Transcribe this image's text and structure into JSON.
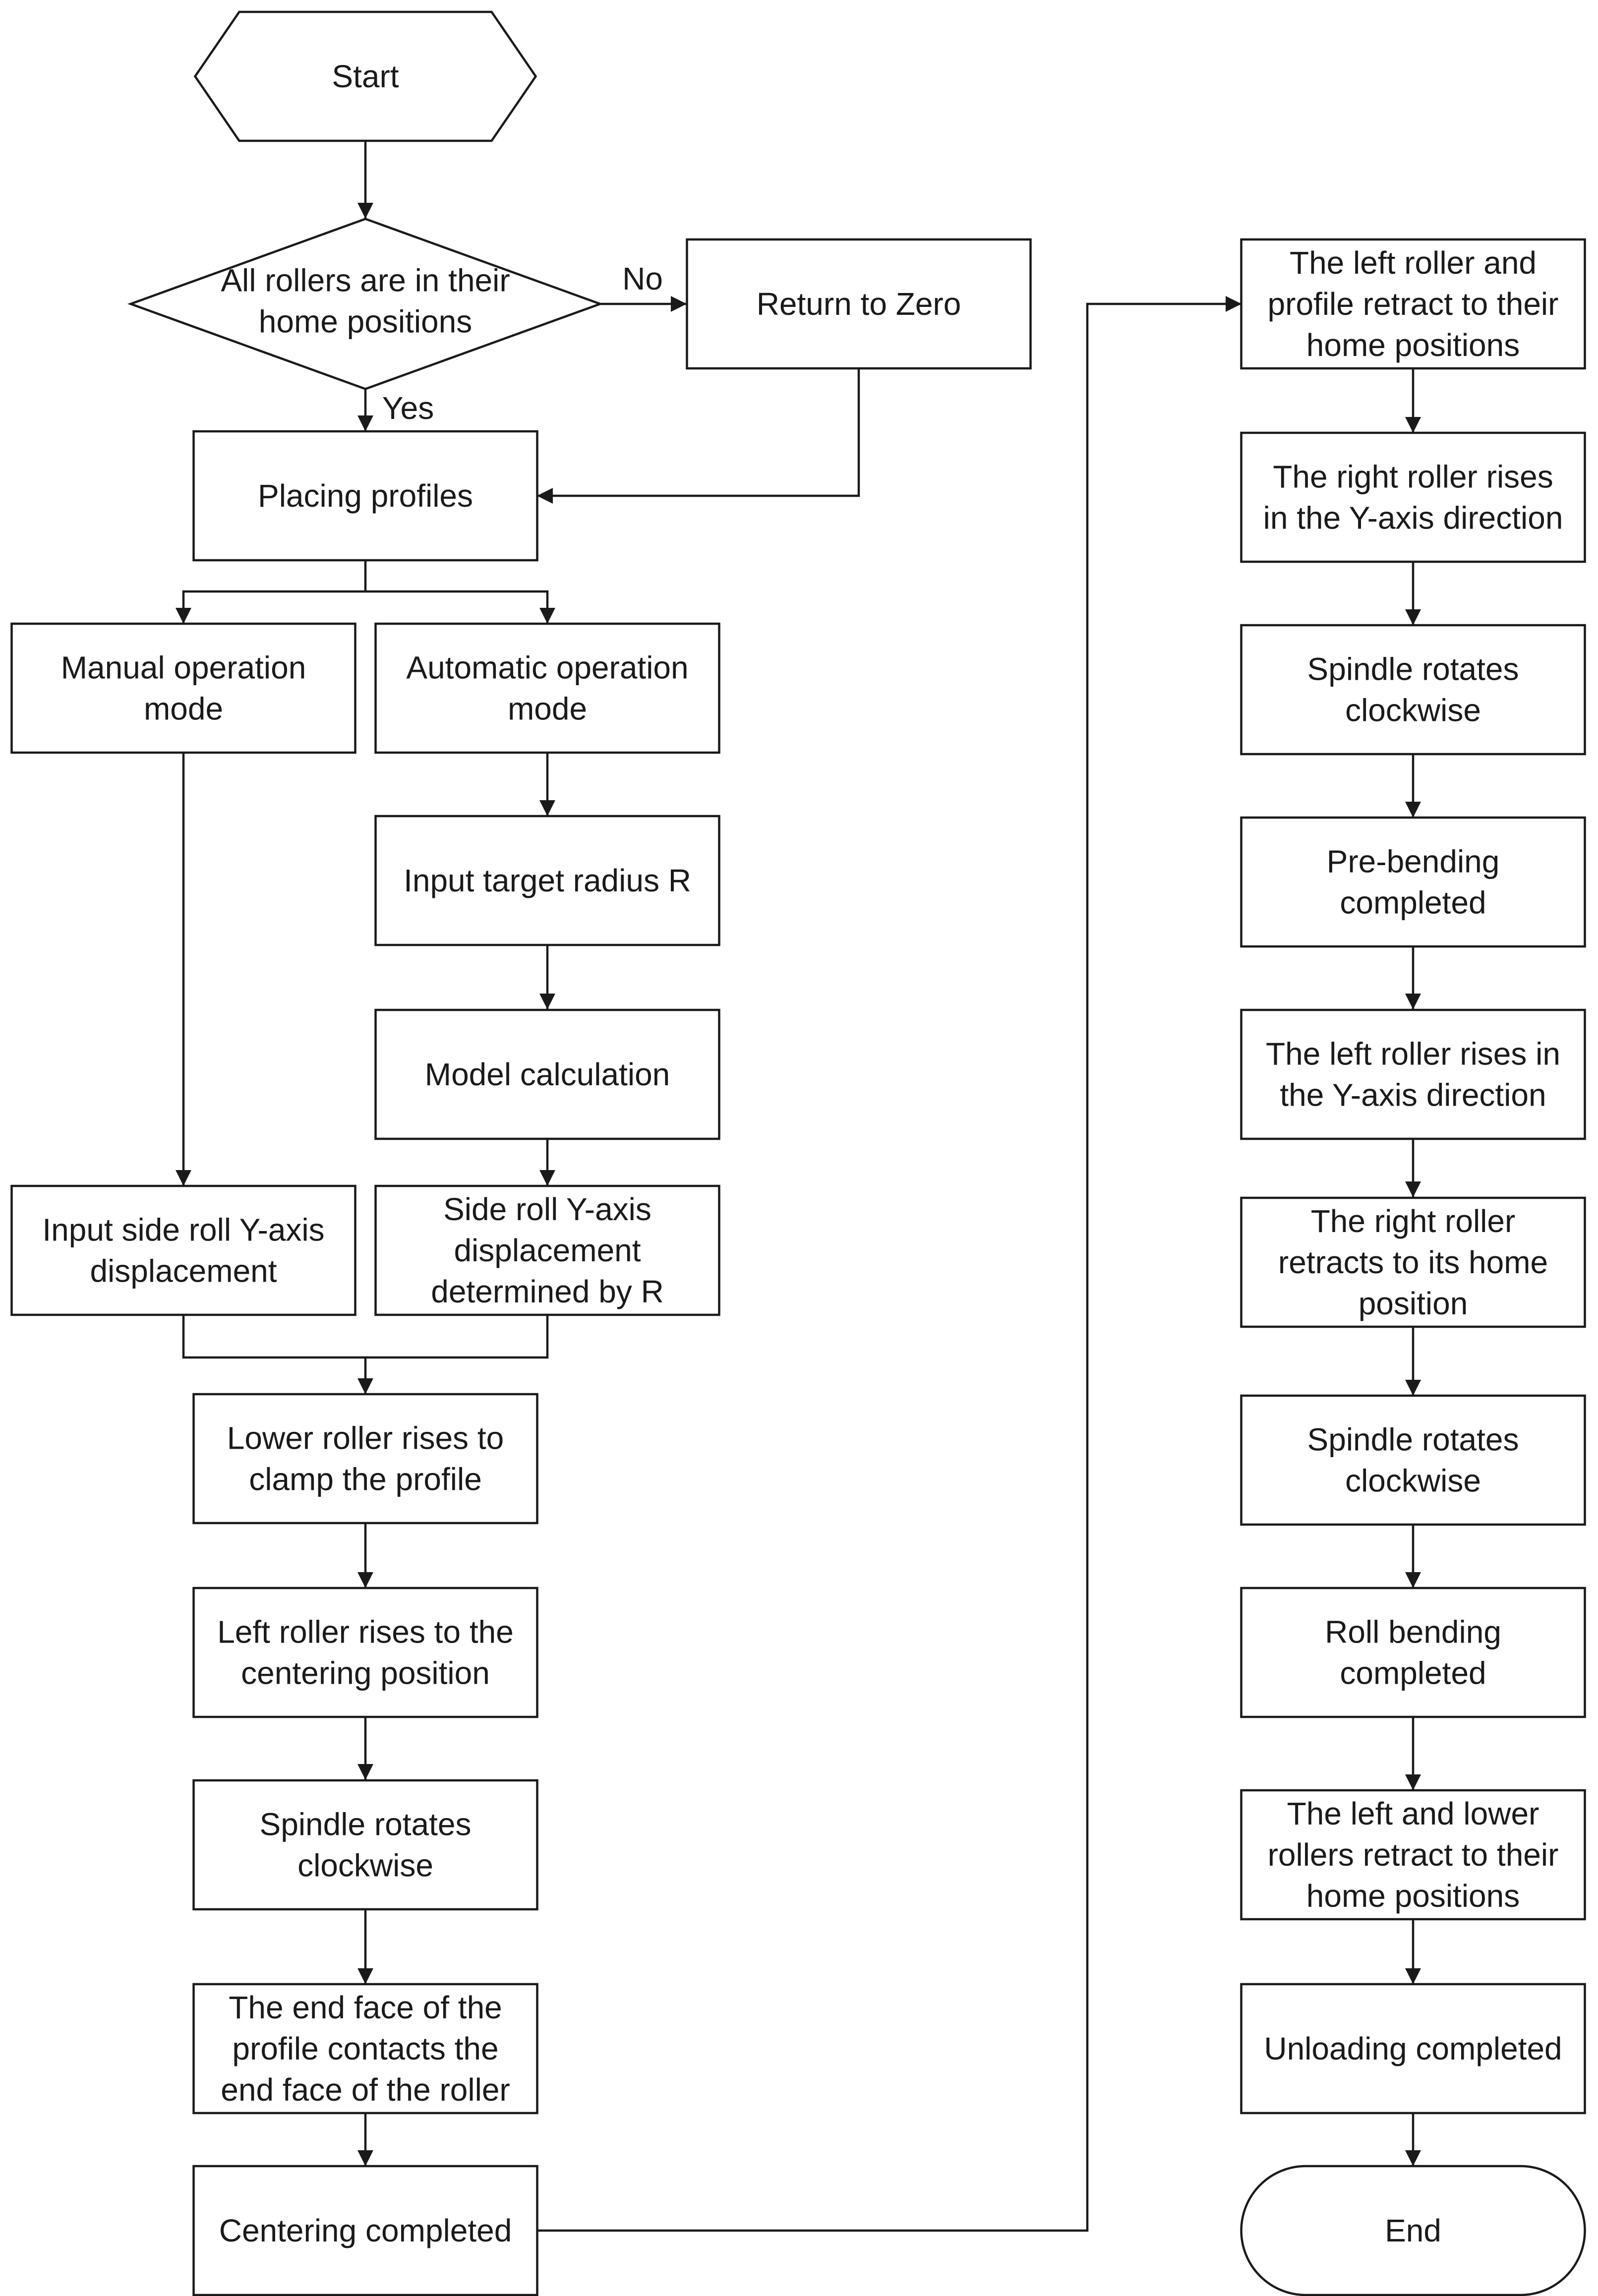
{
  "nodes": [
    {
      "id": "start",
      "shape": "hexagon",
      "lines": [
        "Start"
      ]
    },
    {
      "id": "check-home",
      "shape": "diamond",
      "lines": [
        "All rollers are in their",
        "home positions"
      ]
    },
    {
      "id": "return-zero",
      "shape": "rect",
      "lines": [
        "Return to Zero"
      ]
    },
    {
      "id": "placing-profiles",
      "shape": "rect",
      "lines": [
        "Placing profiles"
      ]
    },
    {
      "id": "manual-mode",
      "shape": "rect",
      "lines": [
        "Manual operation",
        "mode"
      ]
    },
    {
      "id": "auto-mode",
      "shape": "rect",
      "lines": [
        "Automatic operation",
        "mode"
      ]
    },
    {
      "id": "input-radius",
      "shape": "rect",
      "lines": [
        "Input target radius R"
      ]
    },
    {
      "id": "model-calc",
      "shape": "rect",
      "lines": [
        "Model calculation"
      ]
    },
    {
      "id": "input-side-roll",
      "shape": "rect",
      "lines": [
        "Input side roll Y-axis",
        "displacement"
      ]
    },
    {
      "id": "side-roll-by-r",
      "shape": "rect",
      "lines": [
        "Side roll Y-axis",
        "displacement",
        "determined by R"
      ]
    },
    {
      "id": "lower-roller-clamp",
      "shape": "rect",
      "lines": [
        "Lower roller rises to",
        "clamp the profile"
      ]
    },
    {
      "id": "left-roller-centering",
      "shape": "rect",
      "lines": [
        "Left roller rises to the",
        "centering position"
      ]
    },
    {
      "id": "spindle-cw-1",
      "shape": "rect",
      "lines": [
        "Spindle rotates",
        "clockwise"
      ]
    },
    {
      "id": "end-face-contact",
      "shape": "rect",
      "lines": [
        "The end face of the",
        "profile contacts the",
        "end face of the roller"
      ]
    },
    {
      "id": "centering-completed",
      "shape": "rect",
      "lines": [
        "Centering completed"
      ]
    },
    {
      "id": "left-profile-retract",
      "shape": "rect",
      "lines": [
        "The left roller and",
        "profile retract to their",
        "home positions"
      ]
    },
    {
      "id": "right-roller-rises",
      "shape": "rect",
      "lines": [
        "The right roller rises",
        "in the Y-axis direction"
      ]
    },
    {
      "id": "spindle-cw-2",
      "shape": "rect",
      "lines": [
        "Spindle rotates",
        "clockwise"
      ]
    },
    {
      "id": "pre-bending",
      "shape": "rect",
      "lines": [
        "Pre-bending",
        "completed"
      ]
    },
    {
      "id": "left-roller-rises",
      "shape": "rect",
      "lines": [
        "The left roller rises in",
        "the Y-axis direction"
      ]
    },
    {
      "id": "right-roller-retracts",
      "shape": "rect",
      "lines": [
        "The right roller",
        "retracts to its home",
        "position"
      ]
    },
    {
      "id": "spindle-cw-3",
      "shape": "rect",
      "lines": [
        "Spindle rotates",
        "clockwise"
      ]
    },
    {
      "id": "roll-bending",
      "shape": "rect",
      "lines": [
        "Roll bending",
        "completed"
      ]
    },
    {
      "id": "left-lower-retract",
      "shape": "rect",
      "lines": [
        "The left and lower",
        "rollers retract to their",
        "home positions"
      ]
    },
    {
      "id": "unloading-completed",
      "shape": "rect",
      "lines": [
        "Unloading completed"
      ]
    },
    {
      "id": "end",
      "shape": "terminal",
      "lines": [
        "End"
      ]
    }
  ],
  "edges": [
    {
      "from": "start",
      "to": "check-home",
      "label": ""
    },
    {
      "from": "check-home",
      "to": "return-zero",
      "label": "No"
    },
    {
      "from": "check-home",
      "to": "placing-profiles",
      "label": "Yes"
    },
    {
      "from": "return-zero",
      "to": "placing-profiles",
      "label": ""
    },
    {
      "from": "placing-profiles",
      "to": "manual-mode",
      "label": ""
    },
    {
      "from": "placing-profiles",
      "to": "auto-mode",
      "label": ""
    },
    {
      "from": "manual-mode",
      "to": "input-side-roll",
      "label": ""
    },
    {
      "from": "auto-mode",
      "to": "input-radius",
      "label": ""
    },
    {
      "from": "input-radius",
      "to": "model-calc",
      "label": ""
    },
    {
      "from": "model-calc",
      "to": "side-roll-by-r",
      "label": ""
    },
    {
      "from": "input-side-roll",
      "to": "lower-roller-clamp",
      "label": ""
    },
    {
      "from": "side-roll-by-r",
      "to": "lower-roller-clamp",
      "label": ""
    },
    {
      "from": "lower-roller-clamp",
      "to": "left-roller-centering",
      "label": ""
    },
    {
      "from": "left-roller-centering",
      "to": "spindle-cw-1",
      "label": ""
    },
    {
      "from": "spindle-cw-1",
      "to": "end-face-contact",
      "label": ""
    },
    {
      "from": "end-face-contact",
      "to": "centering-completed",
      "label": ""
    },
    {
      "from": "centering-completed",
      "to": "left-profile-retract",
      "label": ""
    },
    {
      "from": "left-profile-retract",
      "to": "right-roller-rises",
      "label": ""
    },
    {
      "from": "right-roller-rises",
      "to": "spindle-cw-2",
      "label": ""
    },
    {
      "from": "spindle-cw-2",
      "to": "pre-bending",
      "label": ""
    },
    {
      "from": "pre-bending",
      "to": "left-roller-rises",
      "label": ""
    },
    {
      "from": "left-roller-rises",
      "to": "right-roller-retracts",
      "label": ""
    },
    {
      "from": "right-roller-retracts",
      "to": "spindle-cw-3",
      "label": ""
    },
    {
      "from": "spindle-cw-3",
      "to": "roll-bending",
      "label": ""
    },
    {
      "from": "roll-bending",
      "to": "left-lower-retract",
      "label": ""
    },
    {
      "from": "left-lower-retract",
      "to": "unloading-completed",
      "label": ""
    },
    {
      "from": "unloading-completed",
      "to": "end",
      "label": ""
    }
  ]
}
